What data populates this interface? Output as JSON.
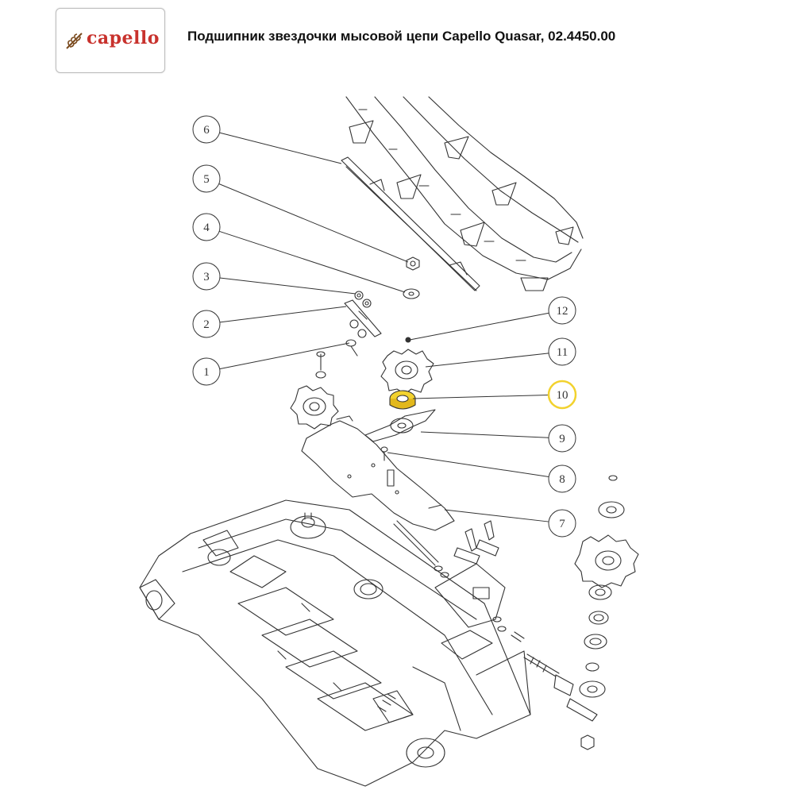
{
  "header": {
    "title": "Подшипник звездочки мысовой цепи Capello Quasar, 02.4450.00",
    "logo_text": "capello"
  },
  "diagram": {
    "highlight_color": "#f2d22e",
    "callouts": [
      {
        "label": "6",
        "highlighted": false
      },
      {
        "label": "5",
        "highlighted": false
      },
      {
        "label": "4",
        "highlighted": false
      },
      {
        "label": "3",
        "highlighted": false
      },
      {
        "label": "2",
        "highlighted": false
      },
      {
        "label": "1",
        "highlighted": false
      },
      {
        "label": "12",
        "highlighted": false
      },
      {
        "label": "11",
        "highlighted": false
      },
      {
        "label": "10",
        "highlighted": true
      },
      {
        "label": "9",
        "highlighted": false
      },
      {
        "label": "8",
        "highlighted": false
      },
      {
        "label": "7",
        "highlighted": false
      }
    ]
  }
}
